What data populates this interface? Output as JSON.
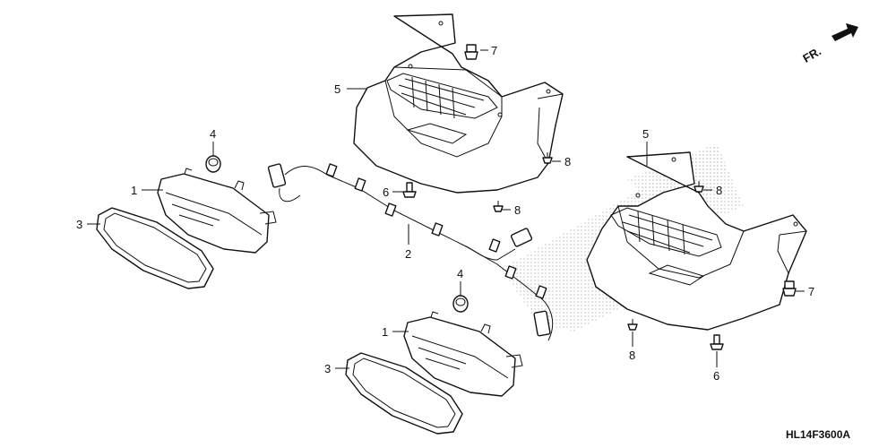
{
  "diagram": {
    "code": "HL14F3600A",
    "direction_label": "FR.",
    "callouts": {
      "c1a": "1",
      "c1b": "1",
      "c2": "2",
      "c3a": "3",
      "c3b": "3",
      "c4a": "4",
      "c4b": "4",
      "c5a": "5",
      "c5b": "5",
      "c6a": "6",
      "c6b": "6",
      "c7a": "7",
      "c7b": "7",
      "c8a": "8",
      "c8b": "8",
      "c8c": "8",
      "c8d": "8"
    }
  }
}
